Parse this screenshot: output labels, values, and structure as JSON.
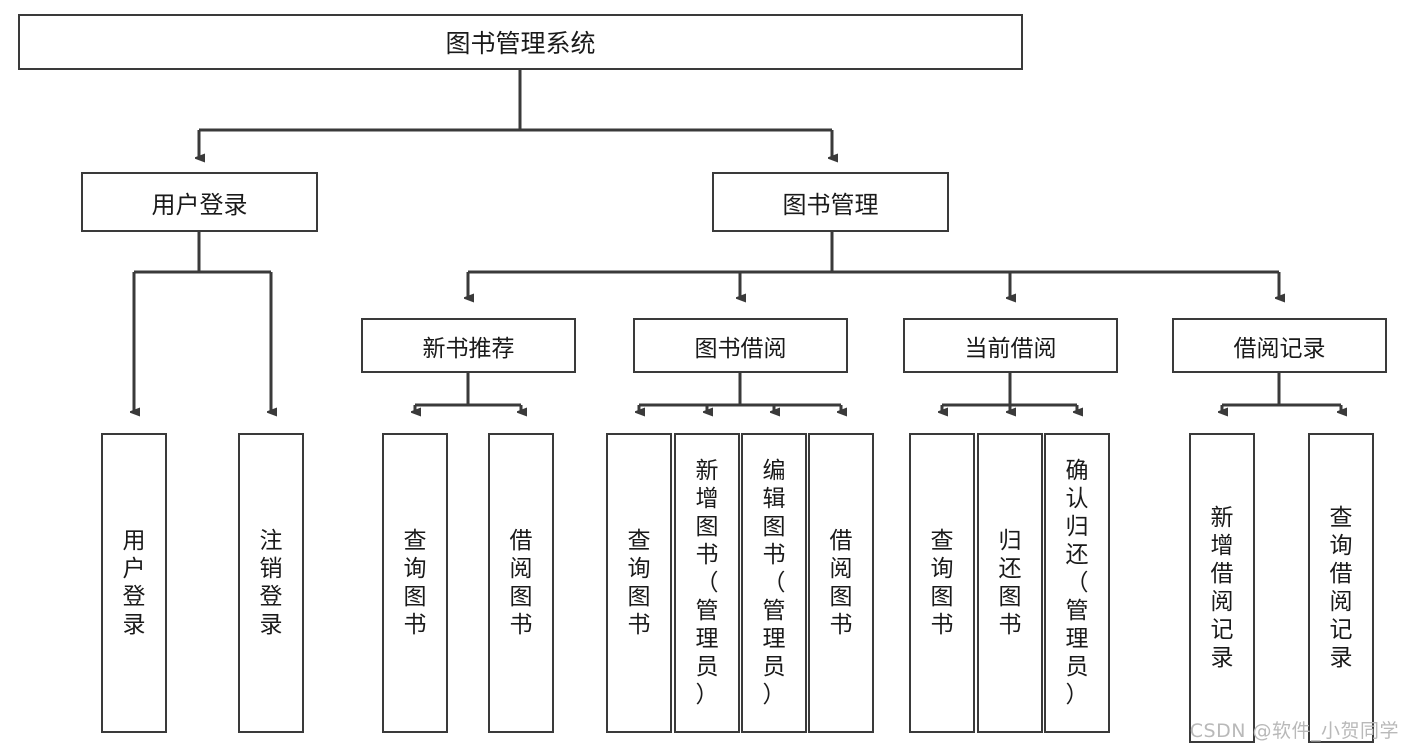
{
  "diagram": {
    "title": "图书管理系统",
    "type": "hierarchy-tree",
    "background_color": "#ffffff",
    "box_border_color": "#3a3a3a",
    "text_color": "#1a1a1a"
  },
  "root": {
    "label": "图书管理系统"
  },
  "level1": [
    {
      "label": "用户登录"
    },
    {
      "label": "图书管理"
    }
  ],
  "level2": [
    {
      "label": "新书推荐"
    },
    {
      "label": "图书借阅"
    },
    {
      "label": "当前借阅"
    },
    {
      "label": "借阅记录"
    }
  ],
  "leaves": {
    "user_login": [
      {
        "label": "用户登录"
      },
      {
        "label": "注销登录"
      }
    ],
    "new_book_recommend": [
      {
        "label": "查询图书"
      },
      {
        "label": "借阅图书"
      }
    ],
    "book_borrow": [
      {
        "label": "查询图书"
      },
      {
        "label": "新增图书（管理员）"
      },
      {
        "label": "编辑图书（管理员）"
      },
      {
        "label": "借阅图书"
      }
    ],
    "current_borrow": [
      {
        "label": "查询图书"
      },
      {
        "label": "归还图书"
      },
      {
        "label": "确认归还（管理员）"
      }
    ],
    "borrow_record": [
      {
        "label": "新增借阅记录"
      },
      {
        "label": "查询借阅记录"
      }
    ]
  },
  "watermark": {
    "text": "CSDN @软件_小贺同学"
  }
}
